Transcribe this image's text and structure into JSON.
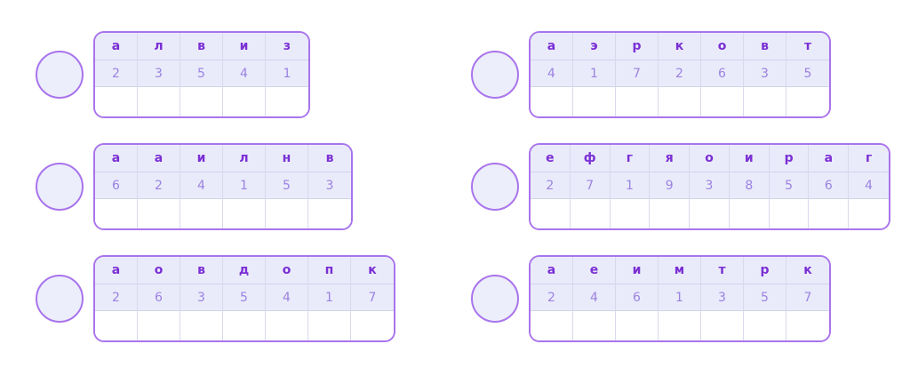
{
  "worksheet": {
    "background_color": "#ffffff",
    "accent_color": "#a974ec",
    "letter_color": "#7b2fd4",
    "digit_color": "#9b82e2",
    "cell_fill_color": "#e9ebfa",
    "bubble_fill_color": "#eceefb"
  },
  "exercises": [
    {
      "id": "exercise-1",
      "letters": [
        "а",
        "л",
        "в",
        "и",
        "з"
      ],
      "digits": [
        "2",
        "3",
        "5",
        "4",
        "1"
      ],
      "answers": [
        "",
        "",
        "",
        "",
        ""
      ]
    },
    {
      "id": "exercise-2",
      "letters": [
        "а",
        "э",
        "р",
        "к",
        "о",
        "в",
        "т"
      ],
      "digits": [
        "4",
        "1",
        "7",
        "2",
        "6",
        "3",
        "5"
      ],
      "answers": [
        "",
        "",
        "",
        "",
        "",
        "",
        ""
      ]
    },
    {
      "id": "exercise-3",
      "letters": [
        "а",
        "а",
        "и",
        "л",
        "н",
        "в"
      ],
      "digits": [
        "6",
        "2",
        "4",
        "1",
        "5",
        "3"
      ],
      "answers": [
        "",
        "",
        "",
        "",
        "",
        ""
      ]
    },
    {
      "id": "exercise-4",
      "letters": [
        "е",
        "ф",
        "г",
        "я",
        "о",
        "и",
        "р",
        "а",
        "г"
      ],
      "digits": [
        "2",
        "7",
        "1",
        "9",
        "3",
        "8",
        "5",
        "6",
        "4"
      ],
      "answers": [
        "",
        "",
        "",
        "",
        "",
        "",
        "",
        "",
        ""
      ]
    },
    {
      "id": "exercise-5",
      "letters": [
        "а",
        "о",
        "в",
        "д",
        "о",
        "п",
        "к"
      ],
      "digits": [
        "2",
        "6",
        "3",
        "5",
        "4",
        "1",
        "7"
      ],
      "answers": [
        "",
        "",
        "",
        "",
        "",
        "",
        ""
      ]
    },
    {
      "id": "exercise-6",
      "letters": [
        "а",
        "е",
        "и",
        "м",
        "т",
        "р",
        "к"
      ],
      "digits": [
        "2",
        "4",
        "6",
        "1",
        "3",
        "5",
        "7"
      ],
      "answers": [
        "",
        "",
        "",
        "",
        "",
        "",
        ""
      ]
    }
  ]
}
